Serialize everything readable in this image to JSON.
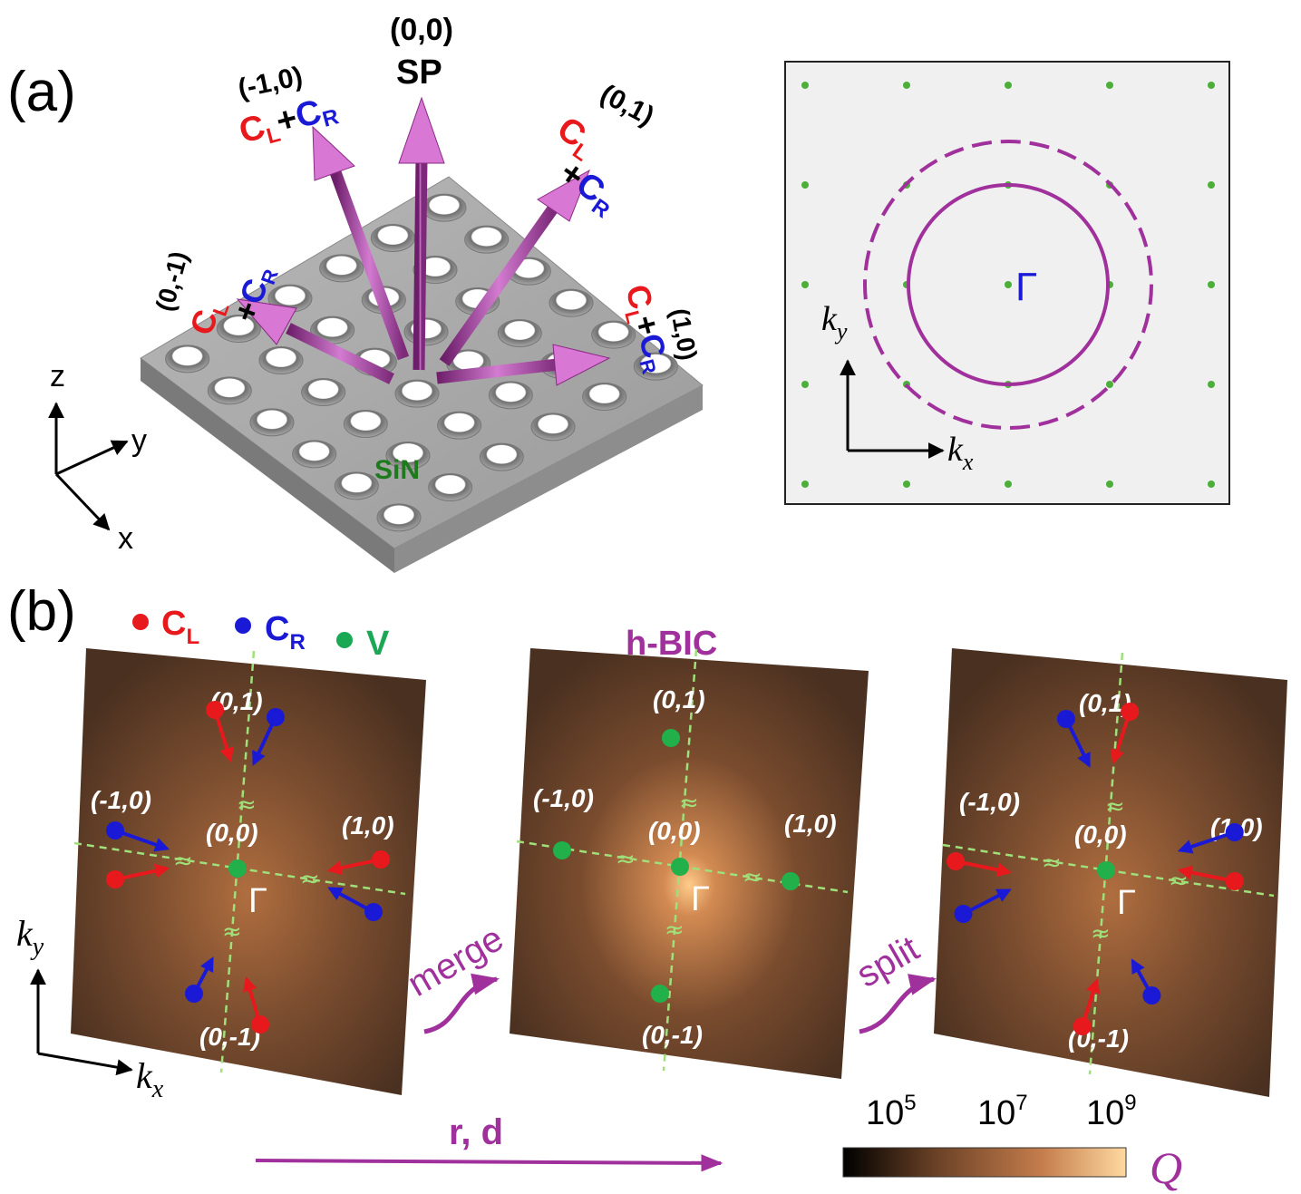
{
  "panel_a": {
    "label": "(a)",
    "beams": {
      "center": {
        "index": "(0,0)",
        "pol": "SP"
      },
      "up_left": {
        "index": "(-1,0)",
        "cl": "C",
        "cl_sub": "L",
        "plus": "+",
        "cr": "C",
        "cr_sub": "R"
      },
      "up_right": {
        "index": "(0,1)",
        "cl": "C",
        "cl_sub": "L",
        "plus": "+",
        "cr": "C",
        "cr_sub": "R"
      },
      "left": {
        "index": "(0,-1)",
        "cl": "C",
        "cl_sub": "L",
        "plus": "+",
        "cr": "C",
        "cr_sub": "R"
      },
      "right": {
        "index": "(1,0)",
        "cl": "C",
        "cl_sub": "L",
        "plus": "+",
        "cr": "C",
        "cr_sub": "R"
      }
    },
    "material": "SiN",
    "axes": {
      "z": "z",
      "y": "y",
      "x": "x"
    },
    "inset": {
      "gamma": "Γ",
      "ky": "k",
      "ky_sub": "y",
      "kx": "k",
      "kx_sub": "x"
    }
  },
  "panel_b": {
    "label": "(b)",
    "legend": [
      {
        "symbol": "C",
        "sub": "L",
        "color": "#e8191c"
      },
      {
        "symbol": "C",
        "sub": "R",
        "color": "#1a1ad6"
      },
      {
        "symbol": "V",
        "sub": "",
        "color": "#1aa855"
      }
    ],
    "maps": [
      {
        "title": "",
        "labels": [
          "(0,1)",
          "(-1,0)",
          "(0,0)",
          "(1,0)",
          "(0,-1)"
        ],
        "gamma": "Γ"
      },
      {
        "title": "h-BIC",
        "labels": [
          "(0,1)",
          "(-1,0)",
          "(0,0)",
          "(1,0)",
          "(0,-1)"
        ],
        "gamma": "Γ"
      },
      {
        "title": "",
        "labels": [
          "(0,1)",
          "(-1,0)",
          "(0,0)",
          "(1,0)",
          "(0,-1)"
        ],
        "gamma": "Γ"
      }
    ],
    "transitions": [
      "merge",
      "split"
    ],
    "axes": {
      "ky": "k",
      "ky_sub": "y",
      "kx": "k",
      "kx_sub": "x"
    },
    "param_arrow": "r, d",
    "colorbar": {
      "label": "Q",
      "ticks": [
        {
          "base": "10",
          "exp": "5"
        },
        {
          "base": "10",
          "exp": "7"
        },
        {
          "base": "10",
          "exp": "9"
        }
      ],
      "colors": [
        "#000000",
        "#6b4226",
        "#c47c4c",
        "#ffd9a0"
      ]
    },
    "colors": {
      "accent": "#a0309c",
      "green_line": "#9fe07a",
      "bic": "#22b04b"
    }
  }
}
